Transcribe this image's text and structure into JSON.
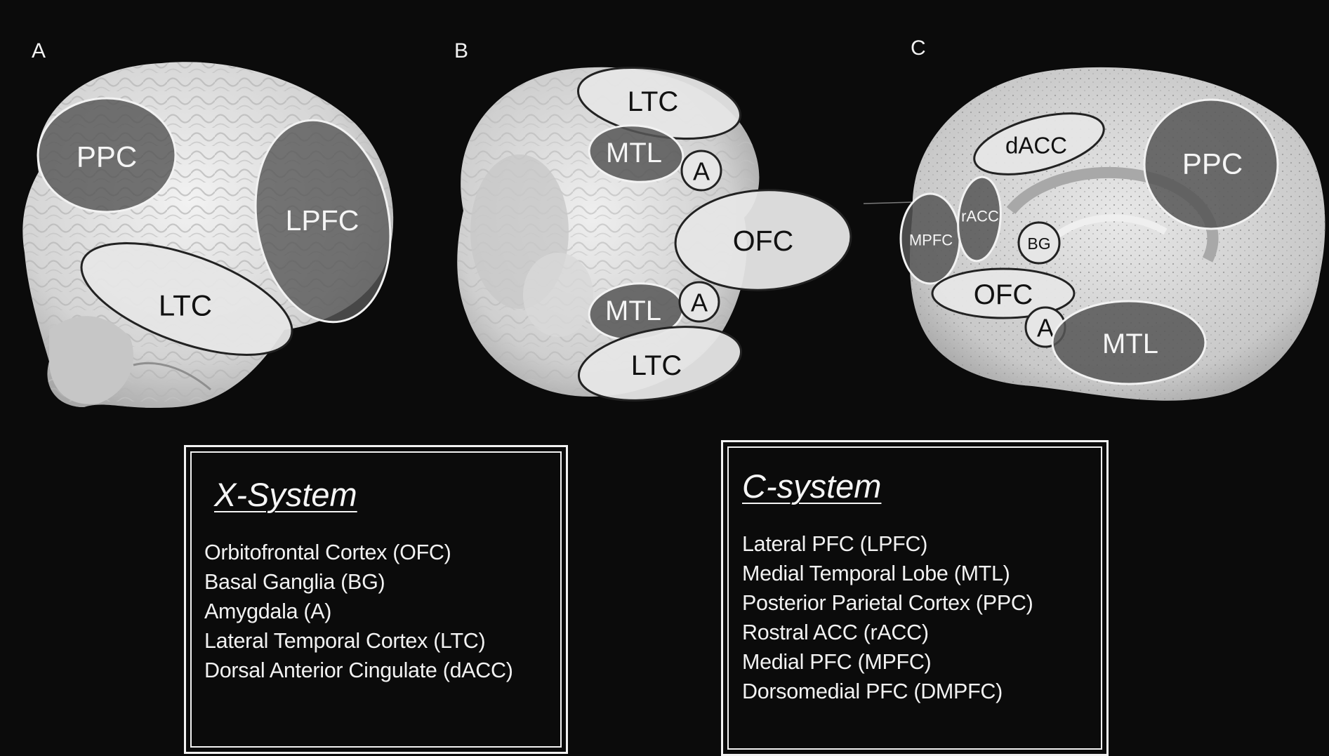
{
  "panels": [
    {
      "letter": "A",
      "regions": [
        {
          "label": "PPC",
          "shade": "dark"
        },
        {
          "label": "LPFC",
          "shade": "dark"
        },
        {
          "label": "LTC",
          "shade": "light"
        }
      ]
    },
    {
      "letter": "B",
      "regions": [
        {
          "label": "LTC",
          "shade": "light"
        },
        {
          "label": "MTL",
          "shade": "dark"
        },
        {
          "label": "A",
          "shade": "light"
        },
        {
          "label": "OFC",
          "shade": "light"
        },
        {
          "label": "MTL",
          "shade": "dark"
        },
        {
          "label": "A",
          "shade": "light"
        },
        {
          "label": "LTC",
          "shade": "light"
        }
      ]
    },
    {
      "letter": "C",
      "regions": [
        {
          "label": "dACC",
          "shade": "light"
        },
        {
          "label": "PPC",
          "shade": "dark"
        },
        {
          "label": "MPFC",
          "shade": "dark"
        },
        {
          "label": "rACC",
          "shade": "dark"
        },
        {
          "label": "BG",
          "shade": "light"
        },
        {
          "label": "OFC",
          "shade": "light"
        },
        {
          "label": "A",
          "shade": "light"
        },
        {
          "label": "MTL",
          "shade": "dark"
        }
      ]
    }
  ],
  "legends": [
    {
      "title": "X-System",
      "items": [
        "Orbitofrontal Cortex (OFC)",
        "Basal Ganglia (BG)",
        "Amygdala (A)",
        "Lateral Temporal Cortex (LTC)",
        "Dorsal Anterior Cingulate (dACC)"
      ]
    },
    {
      "title": "C-system",
      "items": [
        "Lateral PFC (LPFC)",
        "Medial Temporal Lobe (MTL)",
        "Posterior Parietal Cortex (PPC)",
        "Rostral ACC (rACC)",
        "Medial PFC (MPFC)",
        "Dorsomedial PFC (DMPFC)"
      ]
    }
  ],
  "colors": {
    "background": "#0b0b0b",
    "brain_light": "#dcdcdc",
    "region_light": "#e6e6e6",
    "region_dark": "#565656",
    "text": "#f2f2f2"
  }
}
